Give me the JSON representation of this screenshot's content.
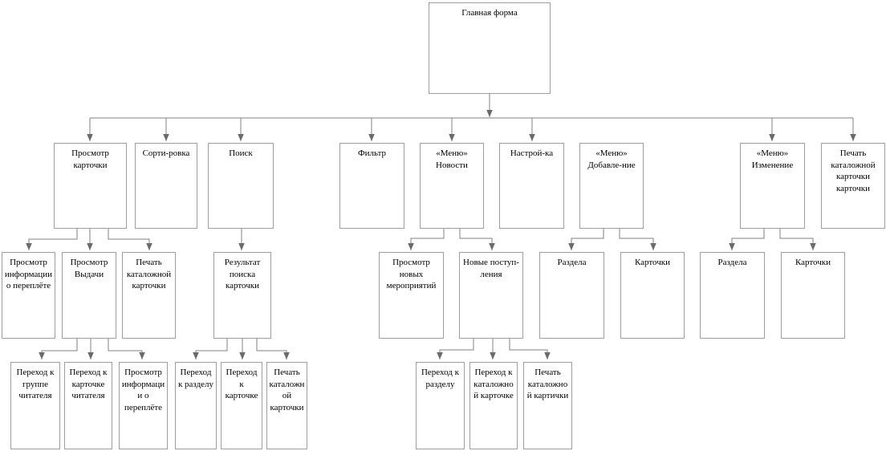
{
  "diagram": {
    "colors": {
      "background": "#ffffff",
      "node_border": "#9e9e9e",
      "connector_line": "#808080",
      "arrowhead": "#6b6b6b",
      "text": "#000000"
    },
    "nodes": {
      "main_form": {
        "label": "Главная форма"
      },
      "card_view": {
        "label": "Просмотр карточки"
      },
      "sorting": {
        "label": "Сорти-ровка"
      },
      "search": {
        "label": "Поиск"
      },
      "filter": {
        "label": "Фильтр"
      },
      "menu_news": {
        "label": "«Меню» Новости"
      },
      "settings": {
        "label": "Настрой-ка"
      },
      "menu_add": {
        "label": "«Меню» Добавле-ние"
      },
      "menu_edit": {
        "label": "«Меню» Изменение"
      },
      "print_catalog_card_full": {
        "label": "Печать каталожной карточки карточки"
      },
      "binding_info": {
        "label": "Просмотр информации о переплёте"
      },
      "issue_view": {
        "label": "Просмотр Выдачи"
      },
      "print_catalog_card": {
        "label": "Печать каталожной карточки"
      },
      "search_results": {
        "label": "Результат поиска карточки"
      },
      "new_events": {
        "label": "Просмотр новых мероприятий"
      },
      "new_arrivals": {
        "label": "Новые поступ-ления"
      },
      "add_section": {
        "label": "Раздела"
      },
      "add_card": {
        "label": "Карточки"
      },
      "edit_section": {
        "label": "Раздела"
      },
      "edit_card": {
        "label": "Карточки"
      },
      "goto_reader_group": {
        "label": "Переход к группе читателя"
      },
      "goto_reader_card": {
        "label": "Переход к карточке читателя"
      },
      "binding_info_2": {
        "label": "Просмотр информации о переплёте"
      },
      "goto_section": {
        "label": "Переход к разделу"
      },
      "goto_card": {
        "label": "Переход к карточке"
      },
      "print_catalog_card_2": {
        "label": "Печать каталожной карточки"
      },
      "goto_section_2": {
        "label": "Переход к разделу"
      },
      "goto_catalog_card": {
        "label": "Переход к каталожной карточке"
      },
      "print_catalog_card_3": {
        "label": "Печать каталожной картички"
      }
    },
    "edges": [
      [
        "main_form",
        "card_view"
      ],
      [
        "main_form",
        "sorting"
      ],
      [
        "main_form",
        "search"
      ],
      [
        "main_form",
        "filter"
      ],
      [
        "main_form",
        "menu_news"
      ],
      [
        "main_form",
        "settings"
      ],
      [
        "main_form",
        "menu_add"
      ],
      [
        "main_form",
        "menu_edit"
      ],
      [
        "main_form",
        "print_catalog_card_full"
      ],
      [
        "card_view",
        "binding_info"
      ],
      [
        "card_view",
        "issue_view"
      ],
      [
        "card_view",
        "print_catalog_card"
      ],
      [
        "search",
        "search_results"
      ],
      [
        "menu_news",
        "new_events"
      ],
      [
        "menu_news",
        "new_arrivals"
      ],
      [
        "menu_add",
        "add_section"
      ],
      [
        "menu_add",
        "add_card"
      ],
      [
        "menu_edit",
        "edit_section"
      ],
      [
        "menu_edit",
        "edit_card"
      ],
      [
        "issue_view",
        "goto_reader_group"
      ],
      [
        "issue_view",
        "goto_reader_card"
      ],
      [
        "issue_view",
        "binding_info_2"
      ],
      [
        "search_results",
        "goto_section"
      ],
      [
        "search_results",
        "goto_card"
      ],
      [
        "search_results",
        "print_catalog_card_2"
      ],
      [
        "new_arrivals",
        "goto_section_2"
      ],
      [
        "new_arrivals",
        "goto_catalog_card"
      ],
      [
        "new_arrivals",
        "print_catalog_card_3"
      ]
    ]
  }
}
